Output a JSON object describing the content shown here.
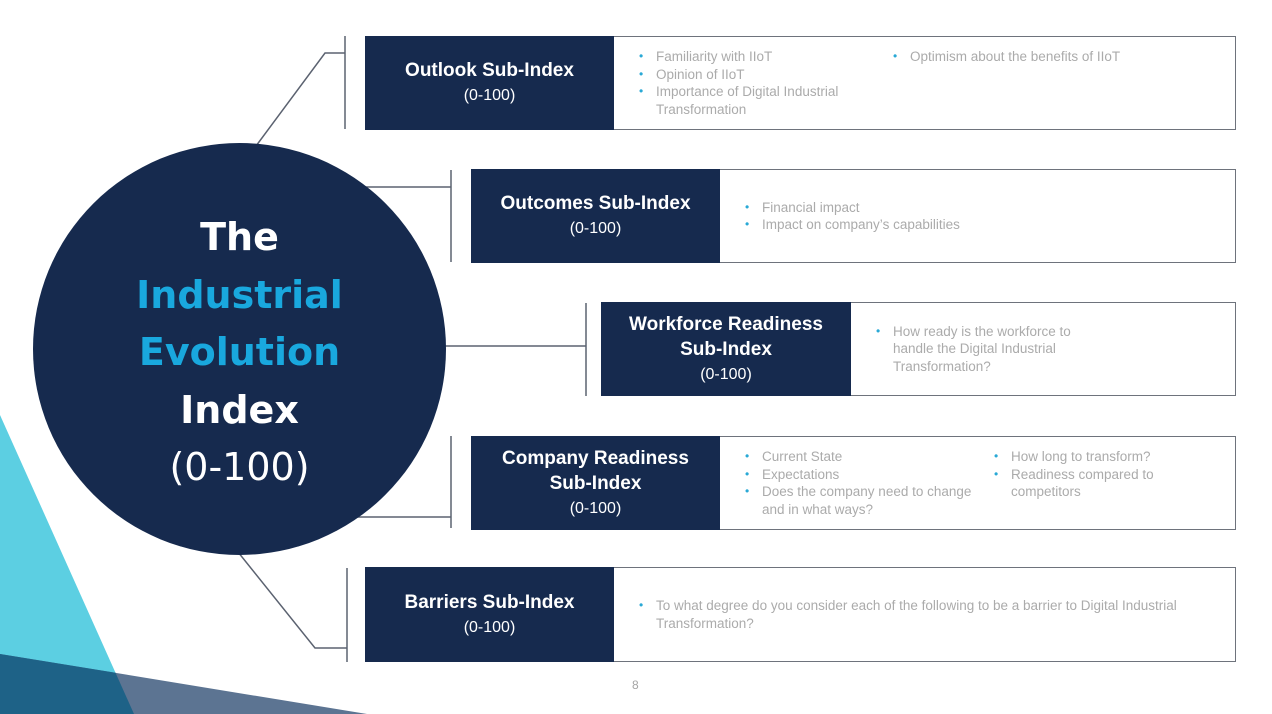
{
  "colors": {
    "navy": "#162a4e",
    "accent": "#19a8de",
    "bullet": "#2aa9d6",
    "description_text": "#ababab",
    "connector": "#5b6270",
    "triangle_cyan": "#5ccfe2",
    "triangle_slate": "#5c7492"
  },
  "center": {
    "line1": "The",
    "line2": "Industrial",
    "line3": "Evolution",
    "line4": "Index",
    "range": "(0-100)"
  },
  "sub_indices": [
    {
      "title": "Outlook Sub-Index",
      "range": "(0-100)",
      "columns": [
        [
          "Familiarity with IIoT",
          "Opinion of IIoT",
          "Importance of Digital Industrial Transformation"
        ],
        [
          "Optimism about the benefits of IIoT"
        ]
      ]
    },
    {
      "title": "Outcomes Sub-Index",
      "range": "(0-100)",
      "columns": [
        [
          "Financial impact",
          "Impact on company’s capabilities"
        ]
      ]
    },
    {
      "title": "Workforce Readiness Sub-Index",
      "range": "(0-100)",
      "columns": [
        [
          "How ready is the workforce to handle the Digital Industrial Transformation?"
        ]
      ]
    },
    {
      "title": "Company Readiness Sub-Index",
      "range": "(0-100)",
      "columns": [
        [
          "Current State",
          "Expectations",
          "Does the company need to change and in what ways?"
        ],
        [
          "How long to transform?",
          "Readiness compared to competitors"
        ]
      ]
    },
    {
      "title": "Barriers Sub-Index",
      "range": "(0-100)",
      "columns": [
        [
          "To what degree do you consider each of the following to be a barrier to Digital Industrial Transformation?"
        ]
      ]
    }
  ],
  "page_number": "8"
}
